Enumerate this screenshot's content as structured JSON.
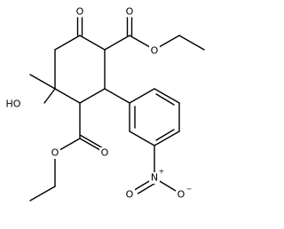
{
  "molecule": {
    "labels": {
      "ketone_o": "O",
      "ester1_carbonyl_o": "O",
      "ester1_ether_o": "O",
      "hydroxyl": "HO",
      "ester2_carbonyl_o": "O",
      "ester2_ether_o": "O",
      "nitro_n": "N",
      "nitro_n_charge": "+",
      "nitro_o_double": "O",
      "nitro_o_single": "O",
      "nitro_o_charge": "−"
    }
  }
}
